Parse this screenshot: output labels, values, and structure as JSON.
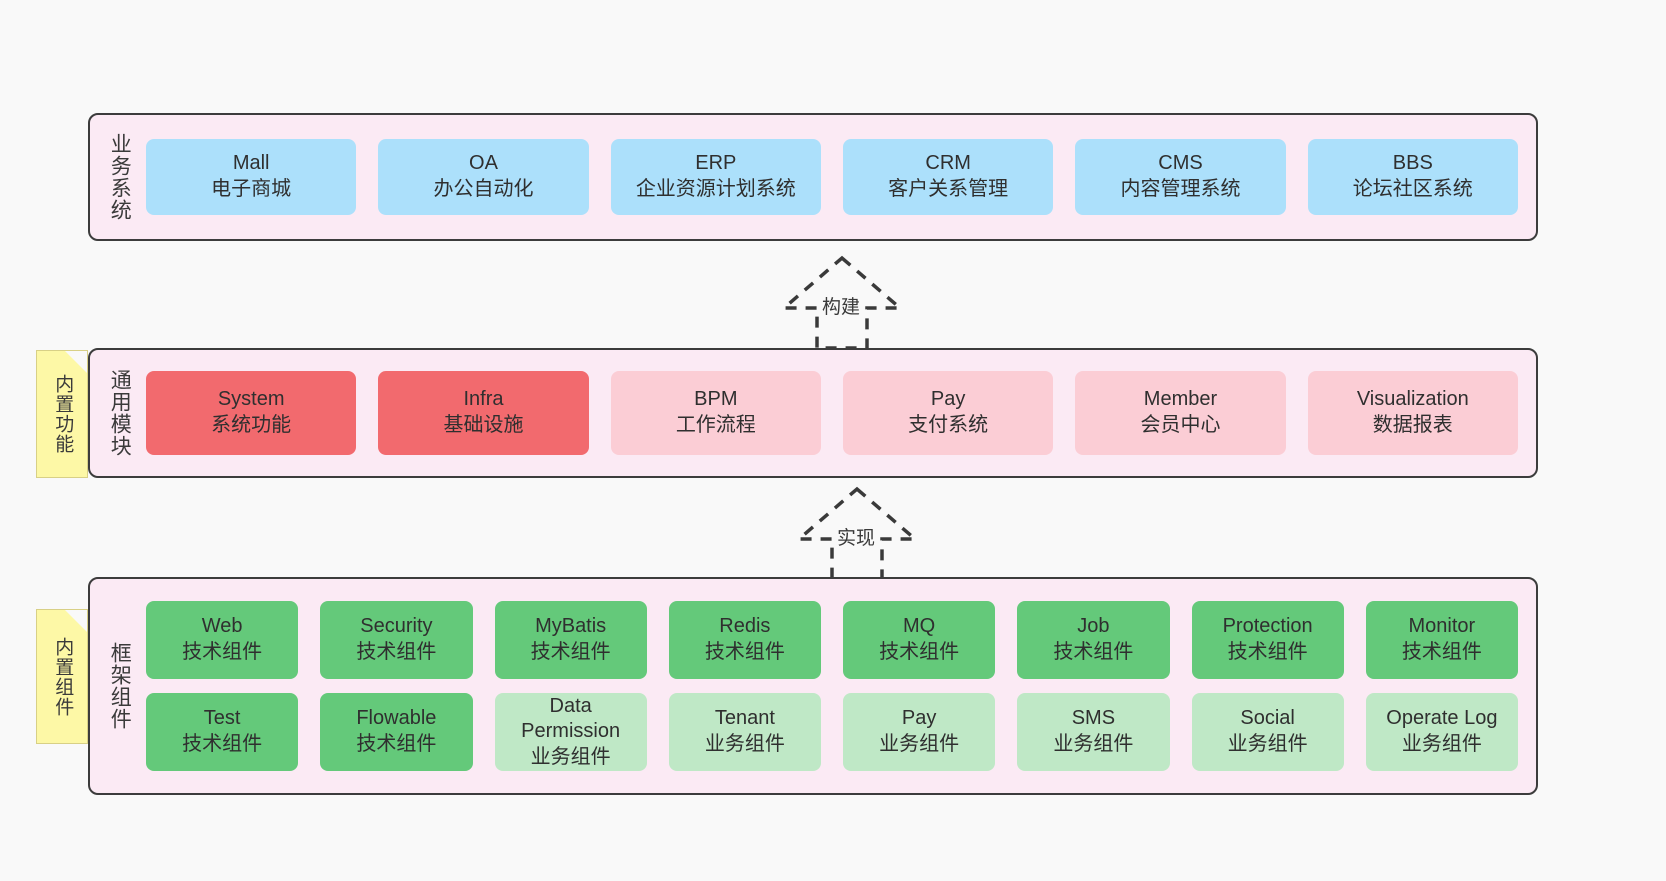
{
  "sections": [
    {
      "id": "business",
      "title": "业务系统",
      "rows": [
        {
          "cards": [
            {
              "en": "Mall",
              "cn": "电子商城",
              "color": "#ace0fb"
            },
            {
              "en": "OA",
              "cn": "办公自动化",
              "color": "#ace0fb"
            },
            {
              "en": "ERP",
              "cn": "企业资源计划系统",
              "color": "#ace0fb"
            },
            {
              "en": "CRM",
              "cn": "客户关系管理",
              "color": "#ace0fb"
            },
            {
              "en": "CMS",
              "cn": "内容管理系统",
              "color": "#ace0fb"
            },
            {
              "en": "BBS",
              "cn": "论坛社区系统",
              "color": "#ace0fb"
            }
          ]
        }
      ]
    },
    {
      "id": "common",
      "title": "通用模块",
      "rows": [
        {
          "cards": [
            {
              "en": "System",
              "cn": "系统功能",
              "color": "#f26a6e"
            },
            {
              "en": "Infra",
              "cn": "基础设施",
              "color": "#f26a6e"
            },
            {
              "en": "BPM",
              "cn": "工作流程",
              "color": "#fbcdd5"
            },
            {
              "en": "Pay",
              "cn": "支付系统",
              "color": "#fbcdd5"
            },
            {
              "en": "Member",
              "cn": "会员中心",
              "color": "#fbcdd5"
            },
            {
              "en": "Visualization",
              "cn": "数据报表",
              "color": "#fbcdd5"
            }
          ]
        }
      ]
    },
    {
      "id": "framework",
      "title": "框架组件",
      "rows": [
        {
          "cards": [
            {
              "en": "Web",
              "cn": "技术组件",
              "color": "#64c97a"
            },
            {
              "en": "Security",
              "cn": "技术组件",
              "color": "#64c97a"
            },
            {
              "en": "MyBatis",
              "cn": "技术组件",
              "color": "#64c97a"
            },
            {
              "en": "Redis",
              "cn": "技术组件",
              "color": "#64c97a"
            },
            {
              "en": "MQ",
              "cn": "技术组件",
              "color": "#64c97a"
            },
            {
              "en": "Job",
              "cn": "技术组件",
              "color": "#64c97a"
            },
            {
              "en": "Protection",
              "cn": "技术组件",
              "color": "#64c97a"
            },
            {
              "en": "Monitor",
              "cn": "技术组件",
              "color": "#64c97a"
            }
          ]
        },
        {
          "cards": [
            {
              "en": "Test",
              "cn": "技术组件",
              "color": "#64c97a"
            },
            {
              "en": "Flowable",
              "cn": "技术组件",
              "color": "#64c97a"
            },
            {
              "en": "Data Permission",
              "cn": "业务组件",
              "color": "#bfe8c6"
            },
            {
              "en": "Tenant",
              "cn": "业务组件",
              "color": "#bfe8c6"
            },
            {
              "en": "Pay",
              "cn": "业务组件",
              "color": "#bfe8c6"
            },
            {
              "en": "SMS",
              "cn": "业务组件",
              "color": "#bfe8c6"
            },
            {
              "en": "Social",
              "cn": "业务组件",
              "color": "#bfe8c6"
            },
            {
              "en": "Operate Log",
              "cn": "业务组件",
              "color": "#bfe8c6"
            }
          ]
        }
      ]
    }
  ],
  "sticky_notes": [
    {
      "id": "features",
      "label": "内置功能"
    },
    {
      "id": "components",
      "label": "内置组件"
    }
  ],
  "connectors": [
    {
      "id": "build",
      "label": "构建"
    },
    {
      "id": "implement",
      "label": "实现"
    }
  ],
  "colors": {
    "page_background": "#f9f9f9",
    "section_background": "#fbeaf4",
    "section_border": "#3c3c3c",
    "sticky_background": "#fdf8a6",
    "connector_stroke": "#3a3a3a",
    "business_card": "#ace0fb",
    "module_core_card": "#f26a6e",
    "module_card": "#fbcdd5",
    "tech_component_card": "#64c97a",
    "business_component_card": "#bfe8c6"
  }
}
